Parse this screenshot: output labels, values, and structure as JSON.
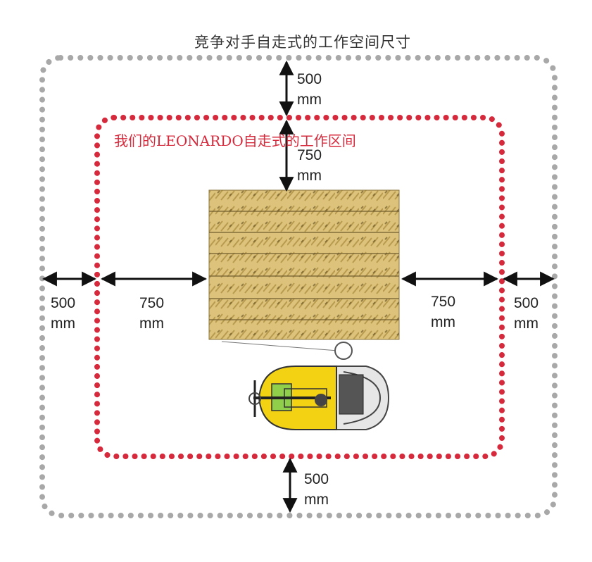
{
  "outer_zone": {
    "title": "竞争对手自走式的工作空间尺寸",
    "border_color": "#a8a8a8",
    "top": {
      "value": "500",
      "unit": "mm"
    },
    "bottom": {
      "value": "500",
      "unit": "mm"
    },
    "left": {
      "value": "500",
      "unit": "mm"
    },
    "right": {
      "value": "500",
      "unit": "mm"
    }
  },
  "inner_zone": {
    "title": "我们的LEONARDO自走式的工作区间",
    "border_color": "#d62a3c",
    "top": {
      "value": "750",
      "unit": "mm"
    },
    "left": {
      "value": "750",
      "unit": "mm"
    },
    "right": {
      "value": "750",
      "unit": "mm"
    }
  },
  "icons": {
    "pallet": "wood-pallet-icon",
    "machine": "self-propelled-wrapper-icon",
    "arrow": "double-arrow-icon"
  },
  "colors": {
    "machine_yellow": "#f2d213",
    "wood": "#dcc27a"
  }
}
